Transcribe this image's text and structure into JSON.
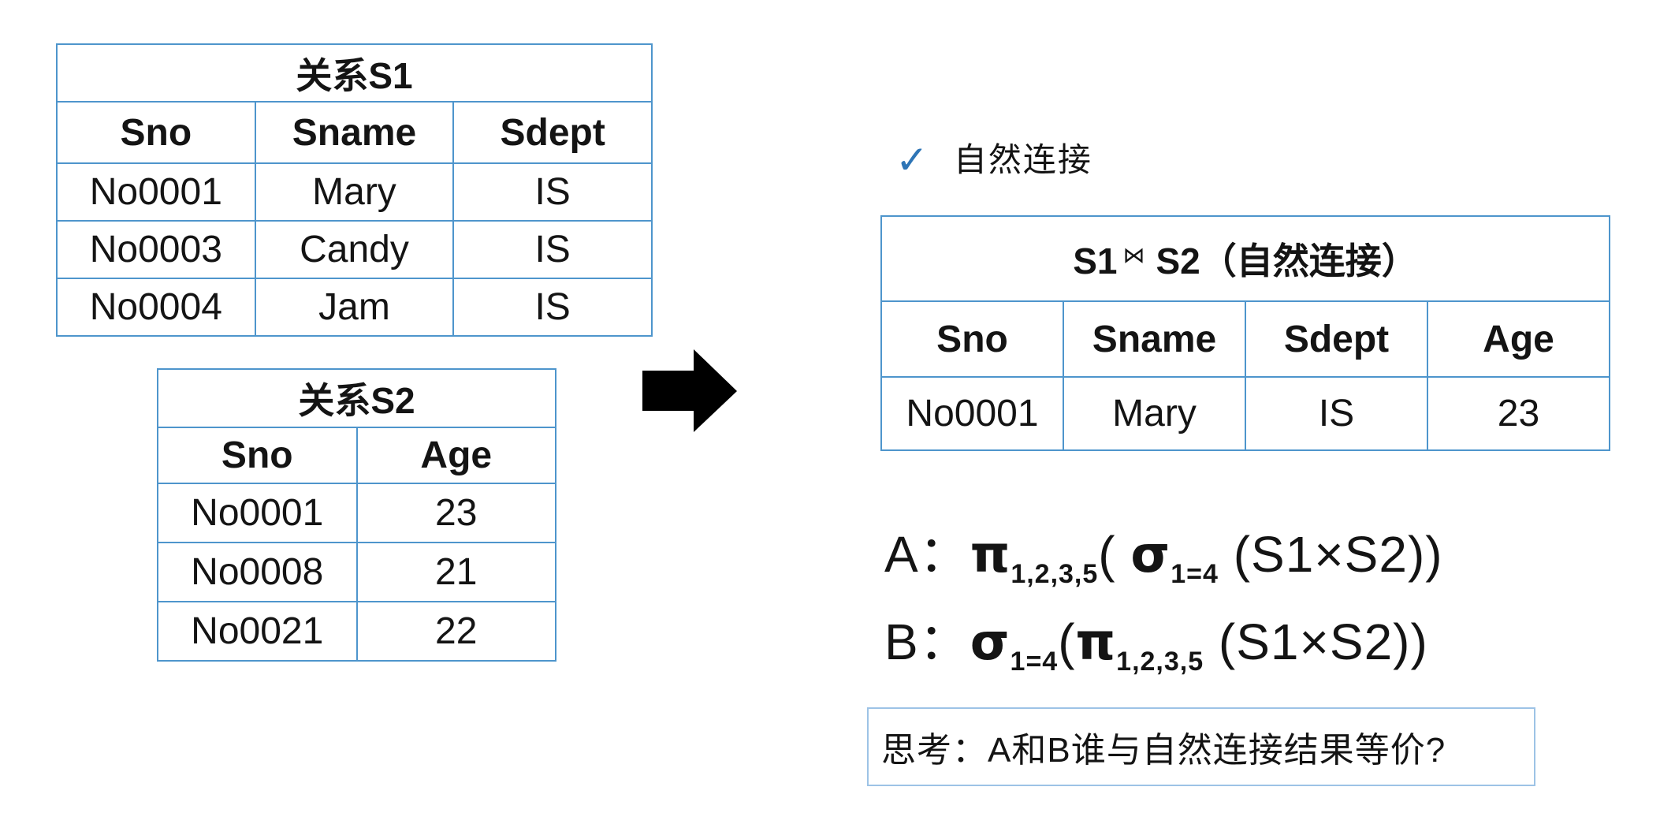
{
  "colors": {
    "table_border": "#4E95CC",
    "thinkbox_border": "#9DC3E6",
    "check": "#2E75B6",
    "arrow": "#000000",
    "text": "#141414"
  },
  "tables": {
    "s1": {
      "title": "关系S1",
      "headers": [
        "Sno",
        "Sname",
        "Sdept"
      ],
      "rows": [
        [
          "No0001",
          "Mary",
          "IS"
        ],
        [
          "No0003",
          "Candy",
          "IS"
        ],
        [
          "No0004",
          "Jam",
          "IS"
        ]
      ]
    },
    "s2": {
      "title": "关系S2",
      "headers": [
        "Sno",
        "Age"
      ],
      "rows": [
        [
          "No0001",
          "23"
        ],
        [
          "No0008",
          "21"
        ],
        [
          "No0021",
          "22"
        ]
      ]
    },
    "result": {
      "title_segments": [
        {
          "t": "S1",
          "s": "title"
        },
        {
          "t": "⋈",
          "s": "join"
        },
        {
          "t": "S2（自然连接）",
          "s": "title"
        }
      ],
      "headers": [
        "Sno",
        "Sname",
        "Sdept",
        "Age"
      ],
      "rows": [
        [
          "No0001",
          "Mary",
          "IS",
          "23"
        ]
      ]
    }
  },
  "annotation": {
    "check_icon": "✓",
    "label": "自然连接"
  },
  "arrow_icon": "right-block-arrow",
  "formulas": [
    {
      "name": "formula-a",
      "segments": [
        {
          "t": "A：",
          "s": "label"
        },
        {
          "t": "π",
          "s": "op"
        },
        {
          "t": "1,2,3,5",
          "s": "sub"
        },
        {
          "t": "( ",
          "s": "text"
        },
        {
          "t": "σ",
          "s": "op"
        },
        {
          "t": "1=4",
          "s": "sub"
        },
        {
          "t": " (S1×S2))",
          "s": "text"
        }
      ]
    },
    {
      "name": "formula-b",
      "segments": [
        {
          "t": "B：",
          "s": "label"
        },
        {
          "t": "σ",
          "s": "op"
        },
        {
          "t": "1=4",
          "s": "sub"
        },
        {
          "t": "(",
          "s": "text"
        },
        {
          "t": "π",
          "s": "op"
        },
        {
          "t": "1,2,3,5",
          "s": "sub"
        },
        {
          "t": " (S1×S2))",
          "s": "text"
        }
      ]
    }
  ],
  "think_box": {
    "text": "思考：A和B谁与自然连接结果等价?"
  }
}
